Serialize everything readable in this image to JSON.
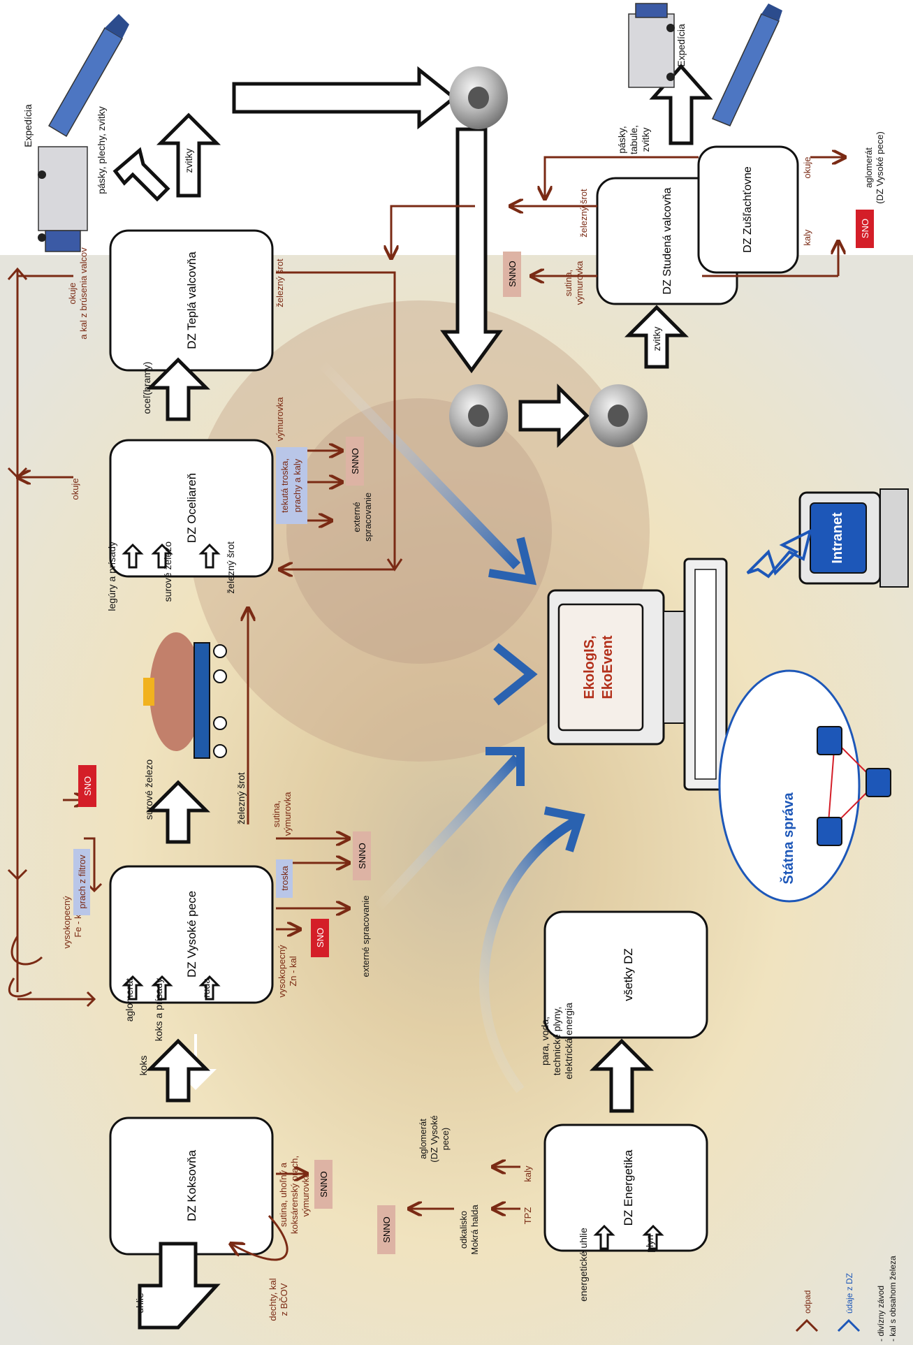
{
  "colors": {
    "waste": "#7a2a14",
    "data_arrow": "#2a62b0",
    "sno_red": "#d41e28",
    "snno_pink": "#ddb3a4",
    "label_blue": "#b9c6e8",
    "intranet_blue": "#1d57b8",
    "state_blue": "#1d57b8"
  },
  "inputs": {
    "uhlie": "uhlie",
    "energeticke_uhlie": "energetické uhlie",
    "plyn": "plyn"
  },
  "plants": {
    "koksovna": "DZ Koksovňa",
    "vysoke_pece": "DZ Vysoké pece",
    "ocelaren": "DZ Oceliareň",
    "tepla_valcovna": "DZ Teplá valcovňa",
    "studena_valcovna": "DZ Studená valcovňa",
    "zuslachtovne": "DZ Zušľachťovne",
    "energetika": "DZ Energetika",
    "vsetky_dz": "všetky DZ"
  },
  "flows": {
    "koks": "koks",
    "aglomerat": "aglomerát",
    "koks_a_prisady": "koks a prísady",
    "ruda": "ruda",
    "surove_zelezo_1": "surové železo",
    "zelezny_srot_1": "železný šrot",
    "legury": "legúry a prísady",
    "surove_zelezo_2": "surové železo",
    "zelezny_srot_2": "železný šrot",
    "ocel_bramy": "oceľ(bramy)",
    "zvitky_1": "zvitky",
    "zvitky_2": "zvitky",
    "para": [
      "para, voda,",
      "technické plyny,",
      "elektrická energia"
    ]
  },
  "waste": {
    "suti_koks": [
      "sutina, uhoľný a",
      "koksárenský prach,",
      "výmurovka"
    ],
    "dechty": [
      "dechty, kal",
      "z BČOV"
    ],
    "vys_fe_kal": [
      "vysokopecný",
      "Fe - kal"
    ],
    "prach_z_filtrov": "prach z filtrov",
    "vys_zn_kal": [
      "vysokopecný",
      "Zn - kal"
    ],
    "troska": "troska",
    "sutina_vp": [
      "sutina,",
      "výmurovka"
    ],
    "externe_vp": "externé spracovanie",
    "vymurovka_oc": "výmurovka",
    "tekuta": [
      "tekutá troska,",
      "prachy a kaly"
    ],
    "externe_oc": [
      "externé",
      "spracovanie"
    ],
    "okuje_1": "okuje",
    "okuje_kal": [
      "okuje",
      "a kal z brúsenia valcov"
    ],
    "zel_srot_tv": "železný šrot",
    "zel_srot_sv": "železný šrot",
    "sutina_sv": [
      "sutina,",
      "výmurovka"
    ],
    "kaly_z": "kaly",
    "okuje_z": "okuje",
    "aglo_vp": [
      "aglomerát",
      "(DZ Vysoké pece)"
    ],
    "kaly_en": "kaly",
    "tpz": "TPZ",
    "aglo_en": [
      "aglomerát",
      "(DZ Vysoké",
      "pece)"
    ],
    "odkalisko": [
      "odkalisko",
      "Mokrá halda"
    ]
  },
  "tags": {
    "sno": "SNO",
    "snno": "SNNO"
  },
  "expedition": {
    "expedicia_1": "Expedícia",
    "products_1": "pásky, plechy, zvitky",
    "expedicia_2": "Expedícia",
    "products_2": [
      "pásky,",
      "tabule,",
      "zvitky"
    ]
  },
  "systems": {
    "ekolog": [
      "EkologIS,",
      "EkoEvent"
    ],
    "intranet": "Intranet",
    "statna_sprava": "Štátna správa"
  },
  "legend": {
    "odpad": "odpad",
    "udaje": "údaje z DZ",
    "note_1": "- divízny závod",
    "note_2": "- kal s obsahom železa"
  }
}
